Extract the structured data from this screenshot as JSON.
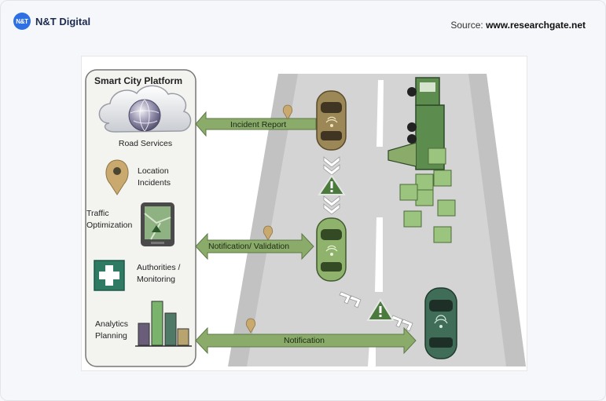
{
  "brand": {
    "logo_text": "N&T",
    "name": "N&T Digital"
  },
  "source": {
    "prefix": "Source:",
    "site": "www.researchgate.net"
  },
  "platform": {
    "title": "Smart City Platform",
    "items": {
      "road_services": "Road Services",
      "location_line1": "Location",
      "location_line2": "Incidents",
      "traffic_line1": "Traffic",
      "traffic_line2": "Optimization",
      "authorities_line1": "Authorities /",
      "authorities_line2": "Monitoring",
      "analytics_line1": "Analytics",
      "analytics_line2": "Planning"
    }
  },
  "arrows": {
    "incident_report": "Incident Report",
    "notification_validation": "Notification/ Validation",
    "notification": "Notification"
  },
  "colors": {
    "arrow_green": "#8aab6a",
    "car_gold": "#9c8757",
    "car_light_green": "#8fb36c",
    "car_dark_green": "#3f6d58",
    "road": "#d4d4d4",
    "panel": "#f3f3f0"
  },
  "icons": [
    "cloud-globe-icon",
    "location-pin-icon",
    "navigation-tablet-icon",
    "first-aid-cross-icon",
    "bar-chart-icon",
    "warning-triangle-icon",
    "overturned-truck-icon"
  ]
}
